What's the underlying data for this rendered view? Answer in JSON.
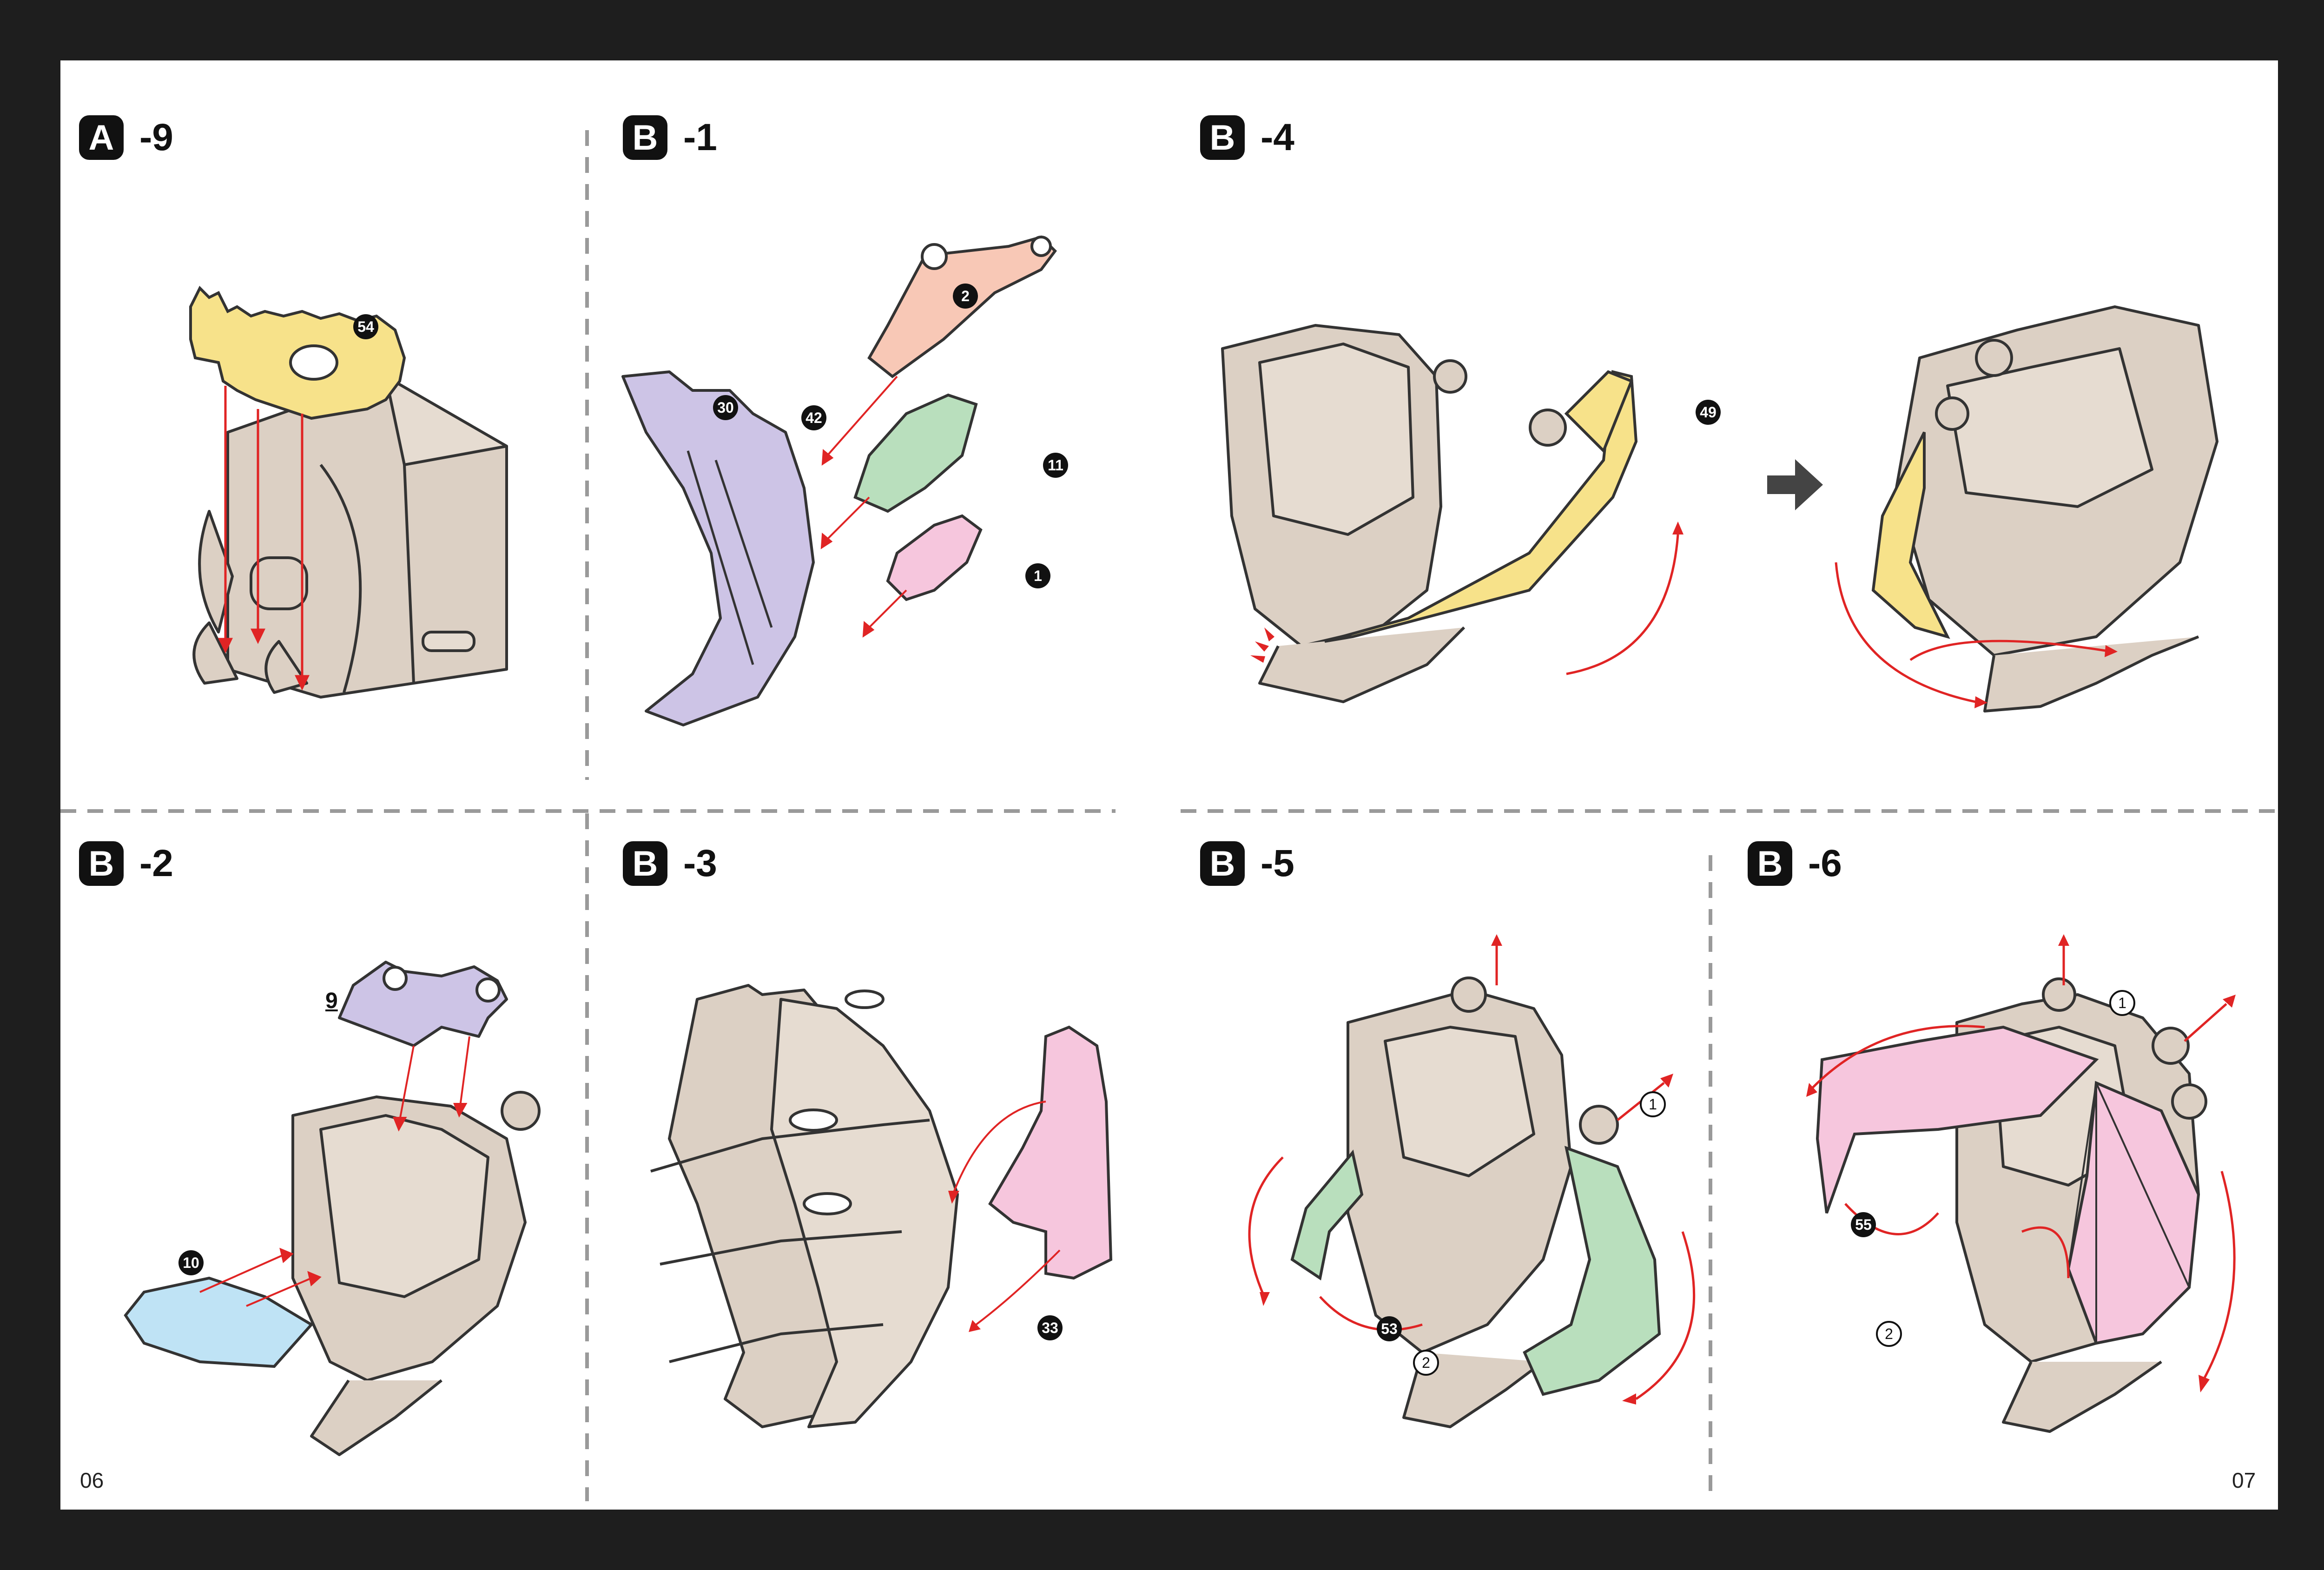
{
  "colors": {
    "frame": "#1e1e1e",
    "sheet": "#ffffff",
    "cardboard": "#dcd0c4",
    "outline": "#333333",
    "yellow": "#f7e28a",
    "salmon": "#f8c8b6",
    "green": "#b9dfbd",
    "pink": "#f6c6dd",
    "lavender": "#cdc4e6",
    "blue": "#bfe3f5",
    "arrow": "#e02424",
    "divider": "#9a9a9a"
  },
  "steps": {
    "a9": {
      "letter": "A",
      "suffix": "-9",
      "parts": [
        "54"
      ]
    },
    "b1": {
      "letter": "B",
      "suffix": "-1",
      "parts": [
        "2",
        "30",
        "42",
        "11",
        "1"
      ]
    },
    "b4": {
      "letter": "B",
      "suffix": "-4",
      "parts": [
        "49"
      ]
    },
    "b2": {
      "letter": "B",
      "suffix": "-2",
      "parts": [
        "9",
        "10"
      ]
    },
    "b3": {
      "letter": "B",
      "suffix": "-3",
      "parts": [
        "33"
      ]
    },
    "b5": {
      "letter": "B",
      "suffix": "-5",
      "parts": [
        "53"
      ],
      "sequence": [
        "1",
        "2"
      ]
    },
    "b6": {
      "letter": "B",
      "suffix": "-6",
      "parts": [
        "55"
      ],
      "sequence": [
        "1",
        "2"
      ]
    }
  },
  "pages": {
    "left": "06",
    "right": "07"
  }
}
